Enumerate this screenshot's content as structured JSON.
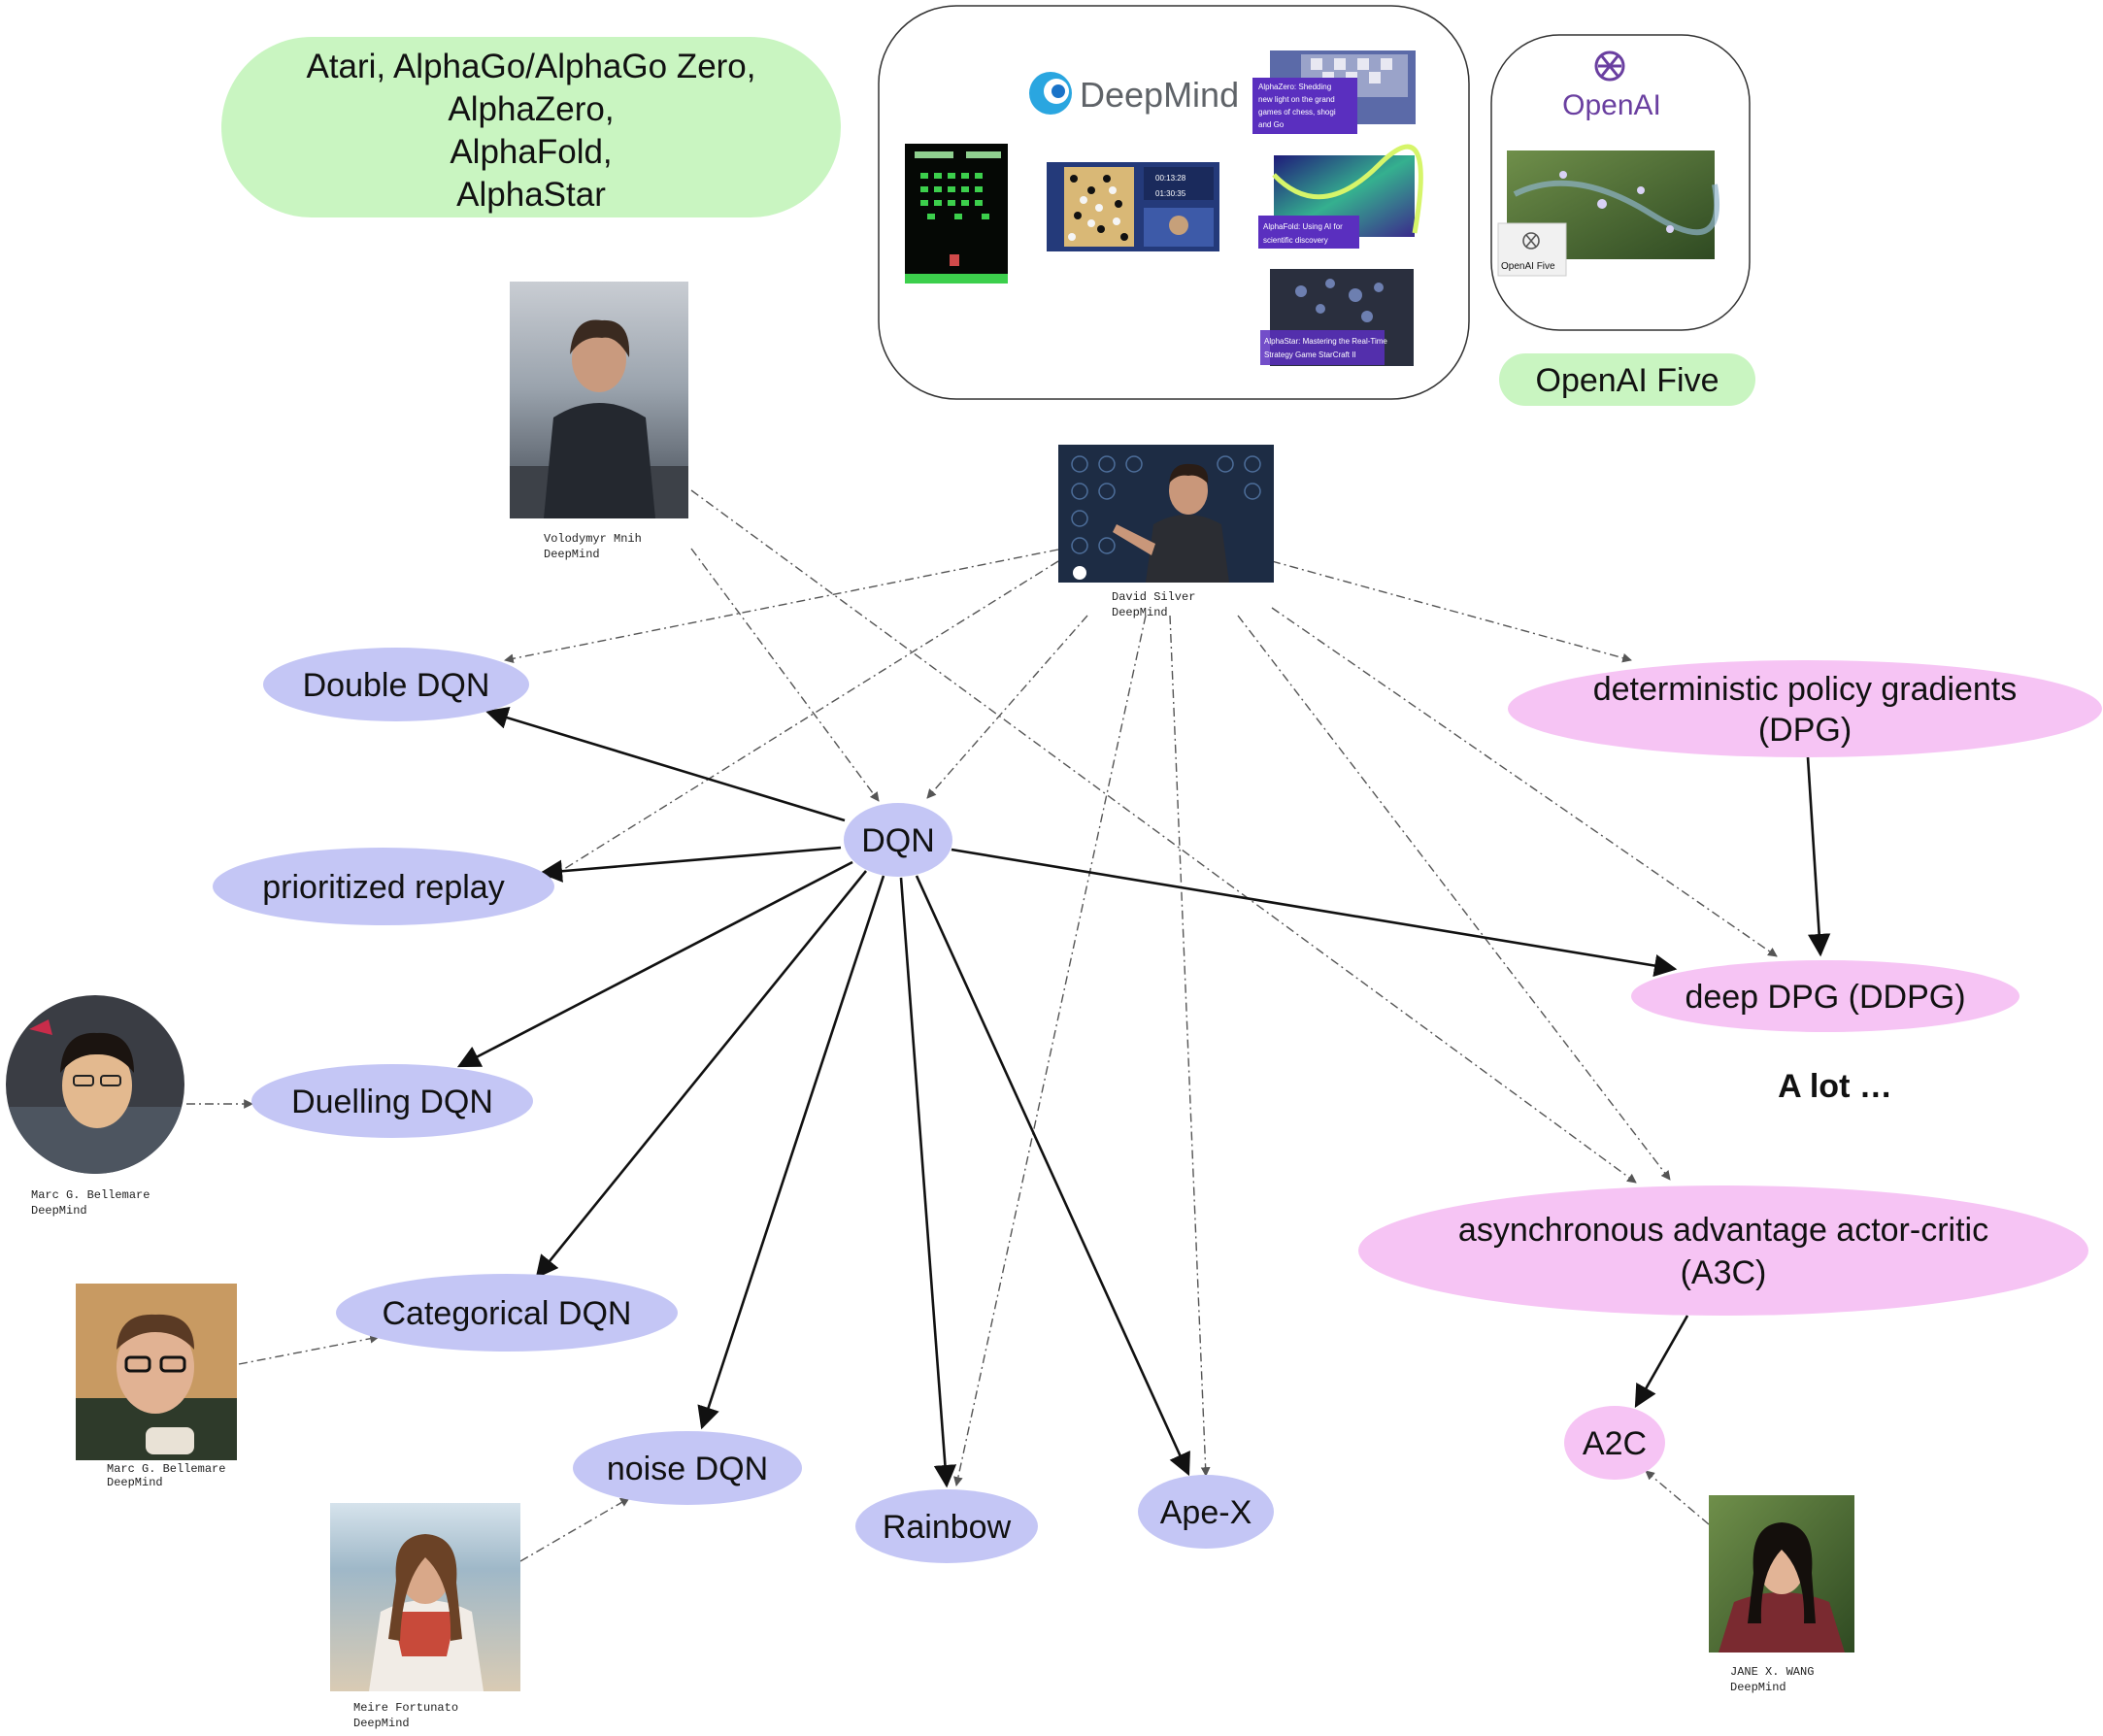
{
  "colors": {
    "blue_node": "#c4c6f5",
    "pink_node": "#f6c4f4",
    "green_box": "#c9f5c1",
    "arrow": "#111111",
    "dashed": "#555555"
  },
  "nodes": {
    "dqn": "DQN",
    "double_dqn": "Double DQN",
    "prioritized_replay": "prioritized replay",
    "duelling_dqn": "Duelling DQN",
    "categorical_dqn": "Categorical DQN",
    "noise_dqn": "noise DQN",
    "rainbow": "Rainbow",
    "ape_x": "Ape-X",
    "dpg_line1": "deterministic policy gradients",
    "dpg_line2": "(DPG)",
    "ddpg": "deep DPG (DDPG)",
    "a3c_line1": "asynchronous advantage actor-critic",
    "a3c_line2": "(A3C)",
    "a2c": "A2C"
  },
  "a_lot": "A lot …",
  "deepmind_box": {
    "lines": [
      "Atari, AlphaGo/AlphaGo Zero,",
      "AlphaZero,",
      "AlphaFold,",
      "AlphaStar"
    ],
    "logo": "DeepMind",
    "thumb_alphazero": [
      "AlphaZero: Shedding",
      "new light on the grand",
      "games of chess, shogi",
      "and Go"
    ],
    "thumb_alphafold": [
      "AlphaFold: Using AI for",
      "scientific discovery"
    ],
    "thumb_alphastar": [
      "AlphaStar: Mastering the Real-Time",
      "Strategy Game StarCraft II"
    ],
    "thumb_go_times": [
      "00:13:28",
      "01:30:35"
    ]
  },
  "openai_box": {
    "logo": "OpenAI",
    "thumb_label": "OpenAI Five",
    "pill": "OpenAI Five"
  },
  "people": {
    "mnih": {
      "name": "Volodymyr Mnih",
      "org": "DeepMind"
    },
    "silver": {
      "name": "David Silver",
      "org": "DeepMind"
    },
    "bellemare1": {
      "name": "Marc G. Bellemare",
      "org": "DeepMind"
    },
    "bellemare2": {
      "name": "Marc G. Bellemare",
      "org": "DeepMind"
    },
    "fortunato": {
      "name": "Meire Fortunato",
      "org": "DeepMind"
    },
    "wang": {
      "name": "JANE X. WANG",
      "org": "DeepMind"
    }
  }
}
